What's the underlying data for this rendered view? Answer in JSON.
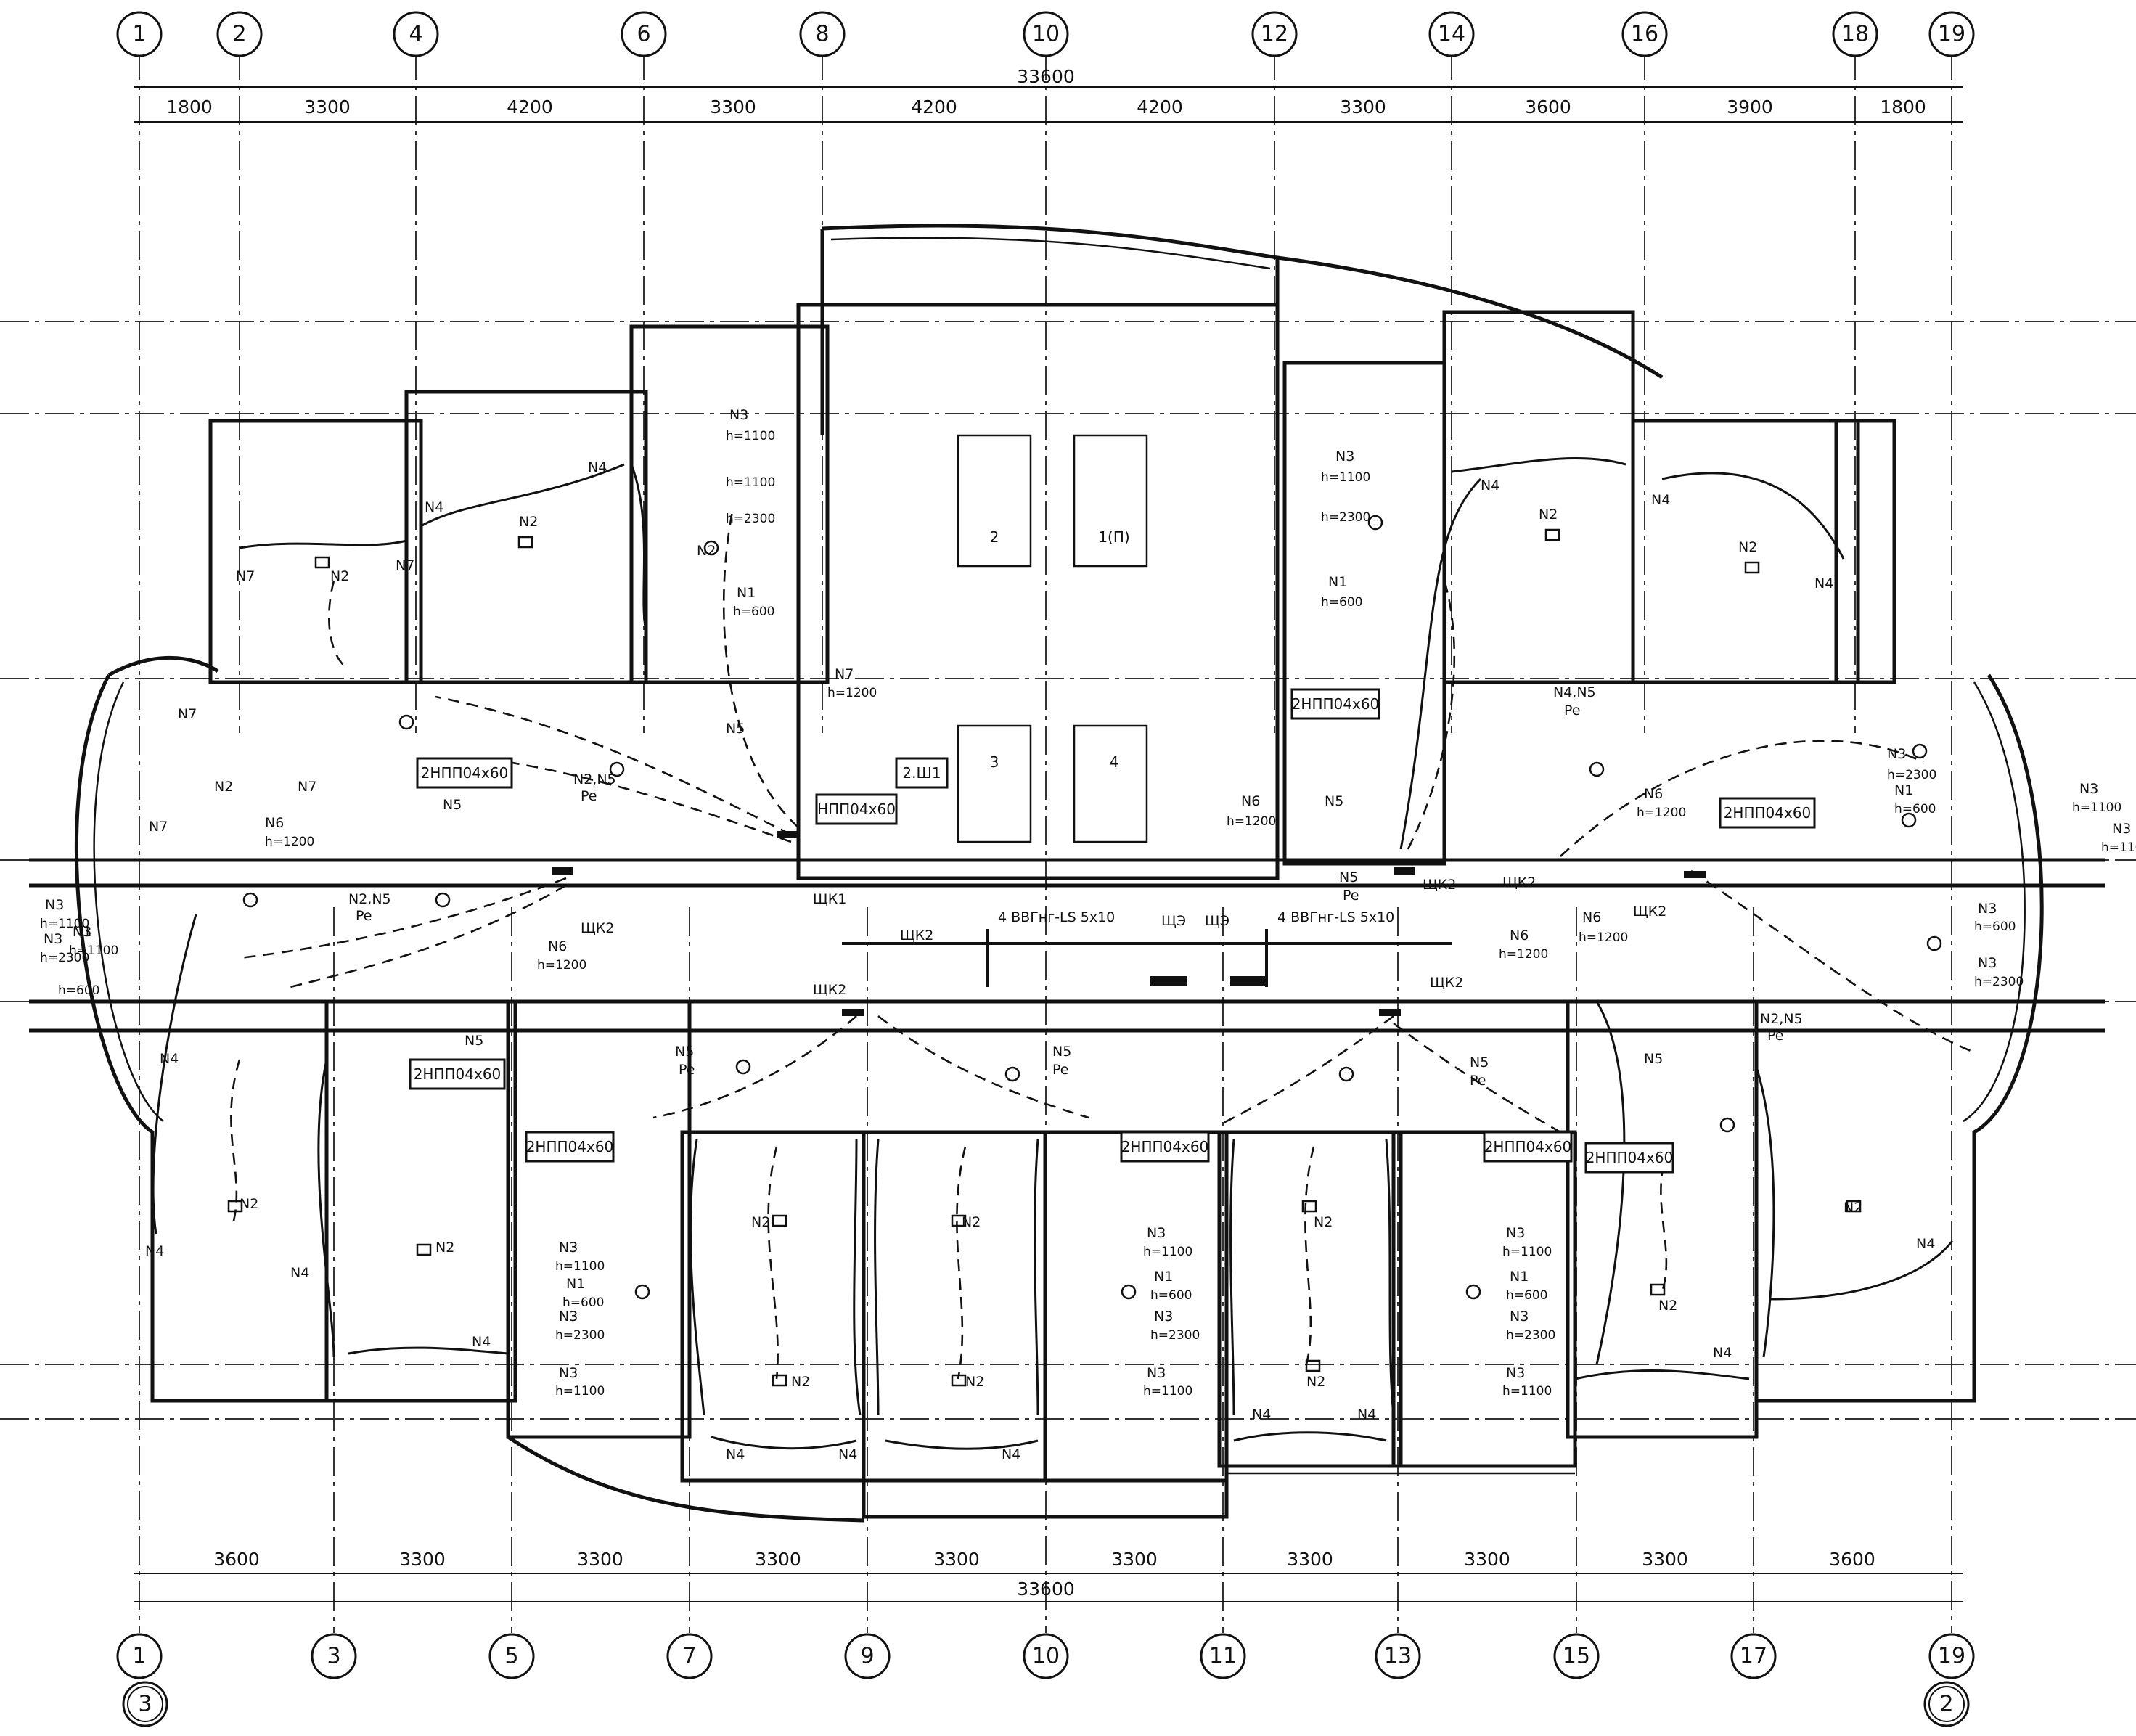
{
  "drawing": {
    "top_axes": [
      "1",
      "2",
      "4",
      "6",
      "8",
      "10",
      "12",
      "14",
      "16",
      "18",
      "19"
    ],
    "bottom_axes": [
      "1",
      "3",
      "5",
      "7",
      "9",
      "10",
      "11",
      "13",
      "15",
      "17",
      "19"
    ],
    "sheet_marks": {
      "left": "3",
      "right": "2"
    },
    "top_total": "33600",
    "bottom_total": "33600",
    "top_spans": [
      "1800",
      "3300",
      "4200",
      "3300",
      "4200",
      "4200",
      "3300",
      "3600",
      "3900",
      "1800"
    ],
    "bottom_spans": [
      "3600",
      "3300",
      "3300",
      "3300",
      "3300",
      "3300",
      "3300",
      "3300",
      "3300",
      "3600"
    ]
  },
  "panels": [
    {
      "id": "p1",
      "label": "2НПП04х60"
    },
    {
      "id": "p2",
      "label": "НПП04х60"
    },
    {
      "id": "p3",
      "label": "2.Ш1"
    },
    {
      "id": "p4",
      "label": "2НПП04х60"
    },
    {
      "id": "p5",
      "label": "2НПП04х60"
    },
    {
      "id": "p6",
      "label": "2НПП04х60"
    },
    {
      "id": "p7",
      "label": "2НПП04х60"
    },
    {
      "id": "p8",
      "label": "2НПП04х60"
    },
    {
      "id": "p9",
      "label": "2НПП04х60"
    }
  ],
  "boards": [
    "ЩК1",
    "ЩК2",
    "ЩК2",
    "ЩК2",
    "ЩК2",
    "ЩК2",
    "ЩК2",
    "ЩК2",
    "ЩЭ",
    "ЩЭ"
  ],
  "cables": [
    "4 ВВГнг-LS 5х10",
    "4 ВВГнг-LS 5х10"
  ],
  "elevators": [
    "2",
    "1(П)",
    "3",
    "4"
  ],
  "labels": [
    {
      "t": "N1"
    },
    {
      "t": "h=600"
    },
    {
      "t": "N2"
    },
    {
      "t": "N3"
    },
    {
      "t": "h=1100"
    },
    {
      "t": "h=2300"
    },
    {
      "t": "N4"
    },
    {
      "t": "N5"
    },
    {
      "t": "Pe"
    },
    {
      "t": "N6"
    },
    {
      "t": "h=1200"
    },
    {
      "t": "N7"
    },
    {
      "t": "N2,N5"
    },
    {
      "t": "N4,N5"
    },
    {
      "t": "4"
    },
    {
      "t": "6"
    },
    {
      "t": "7"
    }
  ]
}
